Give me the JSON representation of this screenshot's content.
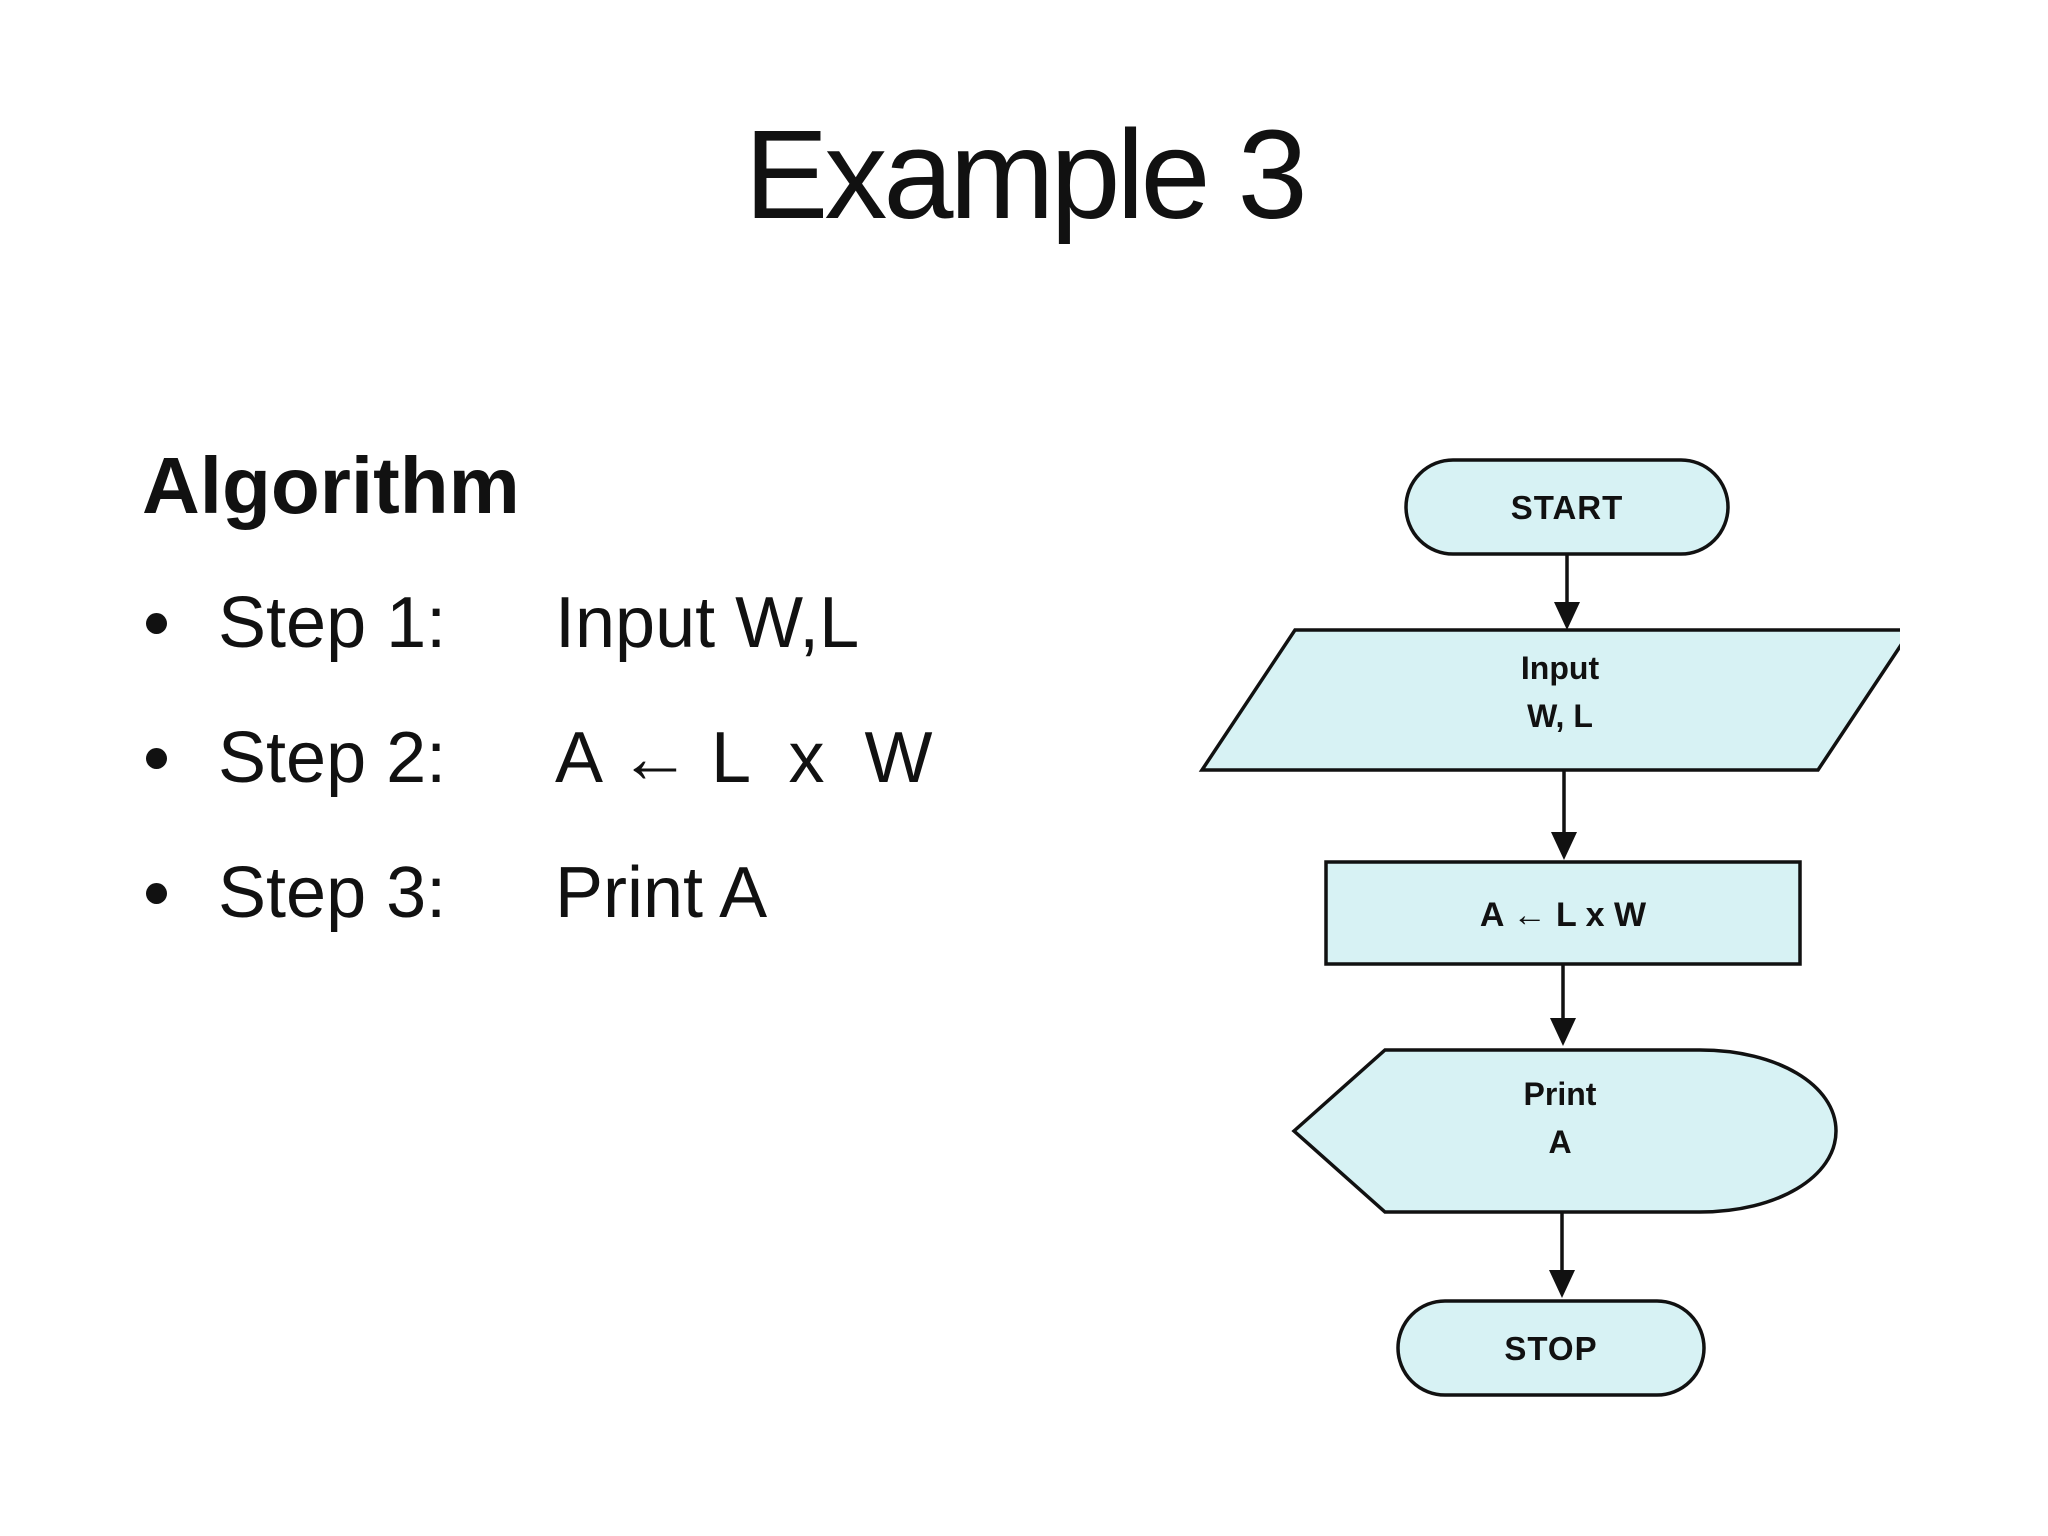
{
  "slide": {
    "title": "Example 3",
    "background_color": "#ffffff"
  },
  "algorithm": {
    "heading": "Algorithm",
    "bullet_glyph": "•",
    "steps": [
      {
        "label": "Step 1:",
        "instruction": "Input W,L"
      },
      {
        "label": "Step 2:",
        "instruction": "A ← L  x  W"
      },
      {
        "label": "Step 3:",
        "instruction": "Print A"
      }
    ]
  },
  "flowchart": {
    "fill_color": "#d7f2f4",
    "stroke_color": "#111111",
    "nodes": {
      "start": {
        "type": "terminator",
        "label": "START"
      },
      "input": {
        "type": "parallelogram",
        "line1": "Input",
        "line2": "W, L"
      },
      "process": {
        "type": "process",
        "label": "A ← L x W"
      },
      "print": {
        "type": "display",
        "line1": "Print",
        "line2": "A"
      },
      "stop": {
        "type": "terminator",
        "label": "STOP"
      }
    },
    "edges": [
      {
        "from": "start",
        "to": "input"
      },
      {
        "from": "input",
        "to": "process"
      },
      {
        "from": "process",
        "to": "print"
      },
      {
        "from": "print",
        "to": "stop"
      }
    ]
  }
}
